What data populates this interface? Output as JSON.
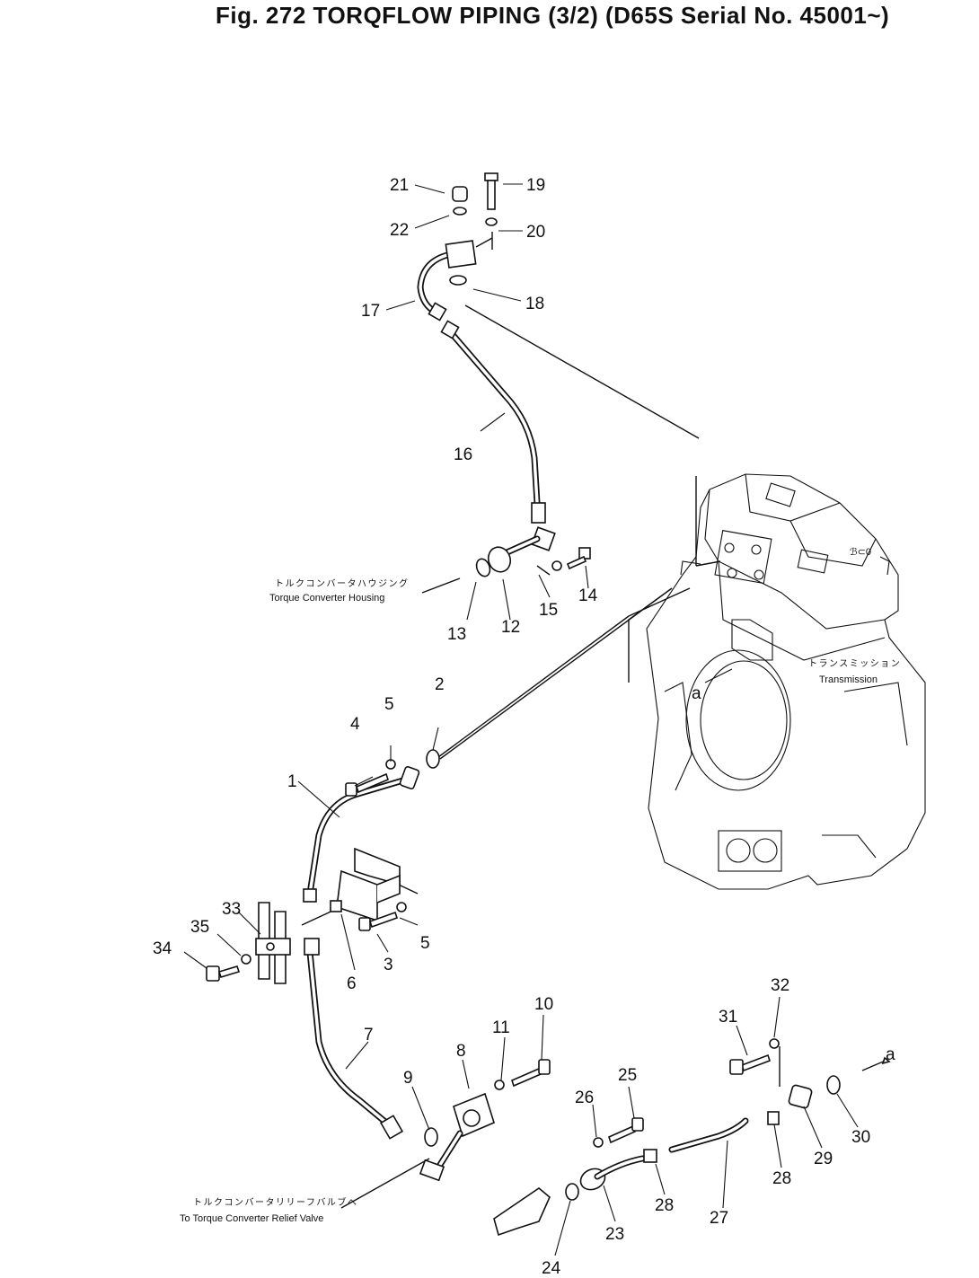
{
  "figure": {
    "title": "Fig. 272  TORQFLOW PIPING (3/2)  (D65S Serial No. 45001~)"
  },
  "callouts": {
    "n1": "1",
    "n2": "2",
    "n3": "3",
    "n4": "4",
    "n5a": "5",
    "n5b": "5",
    "n6": "6",
    "n7": "7",
    "n8": "8",
    "n9": "9",
    "n10": "10",
    "n11": "11",
    "n12": "12",
    "n13": "13",
    "n14": "14",
    "n15": "15",
    "n16": "16",
    "n17": "17",
    "n18": "18",
    "n19": "19",
    "n20": "20",
    "n21": "21",
    "n22": "22",
    "n23": "23",
    "n24": "24",
    "n25": "25",
    "n26": "26",
    "n27": "27",
    "n28a": "28",
    "n28b": "28",
    "n29": "29",
    "n30": "30",
    "n31": "31",
    "n32": "32",
    "n33": "33",
    "n34": "34",
    "n35": "35",
    "a1": "a",
    "a2": "a"
  },
  "captions": {
    "housing_jp": "トルクコンバータハウジング",
    "housing_en": "Torque Converter Housing",
    "transmission_jp": "トランスミッション",
    "transmission_en": "Transmission",
    "relief_jp": "トルクコンバータリリーフバルブへ",
    "relief_en": "To Torque Converter Relief Valve"
  }
}
